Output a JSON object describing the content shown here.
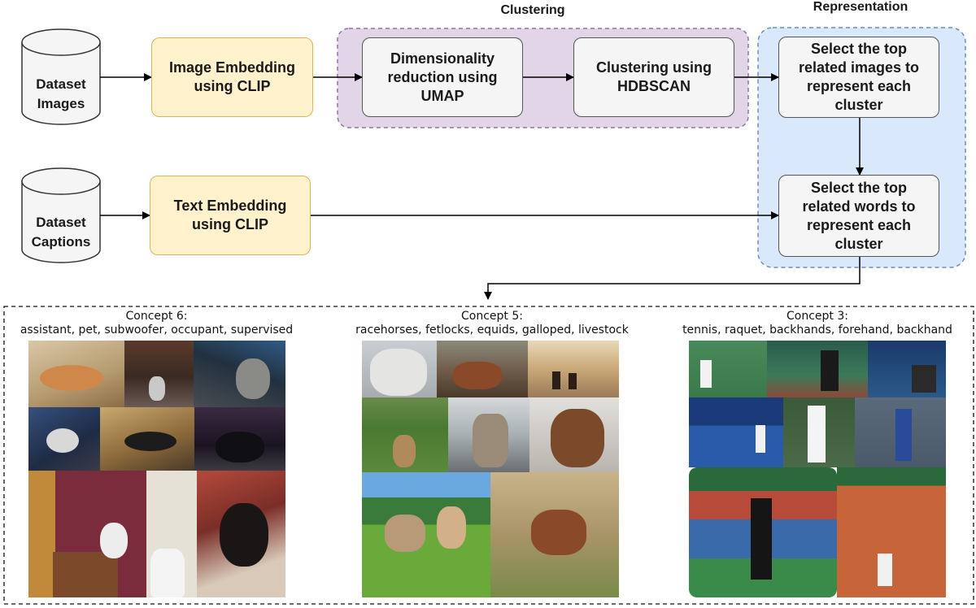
{
  "inputs": {
    "images": "Dataset Images",
    "captions": "Dataset Captions"
  },
  "embedding": {
    "image": "Image Embedding using CLIP",
    "text": "Text Embedding using CLIP"
  },
  "clustering": {
    "label": "Clustering",
    "umap": "Dimensionality reduction using UMAP",
    "hdbscan": "Clustering using HDBSCAN"
  },
  "representation": {
    "label": "Representation",
    "images": "Select the top related images to represent each cluster",
    "words": "Select the top related words to represent each cluster"
  },
  "concepts": [
    {
      "title": "Concept 6:",
      "words": "assistant, pet, subwoofer, occupant, supervised"
    },
    {
      "title": "Concept 5:",
      "words": "racehorses, fetlocks, equids, galloped, livestock"
    },
    {
      "title": "Concept 3:",
      "words": "tennis, raquet, backhands, forehand, backhand"
    }
  ],
  "colors": {
    "embedding_fill": "#fff2cc",
    "embedding_border": "#d6b656",
    "clustering_fill": "#e1d5e7",
    "clustering_border": "#9673a6",
    "representation_fill": "#dae8fc",
    "representation_border": "#6c8ebf",
    "process_fill": "#f5f5f5"
  }
}
